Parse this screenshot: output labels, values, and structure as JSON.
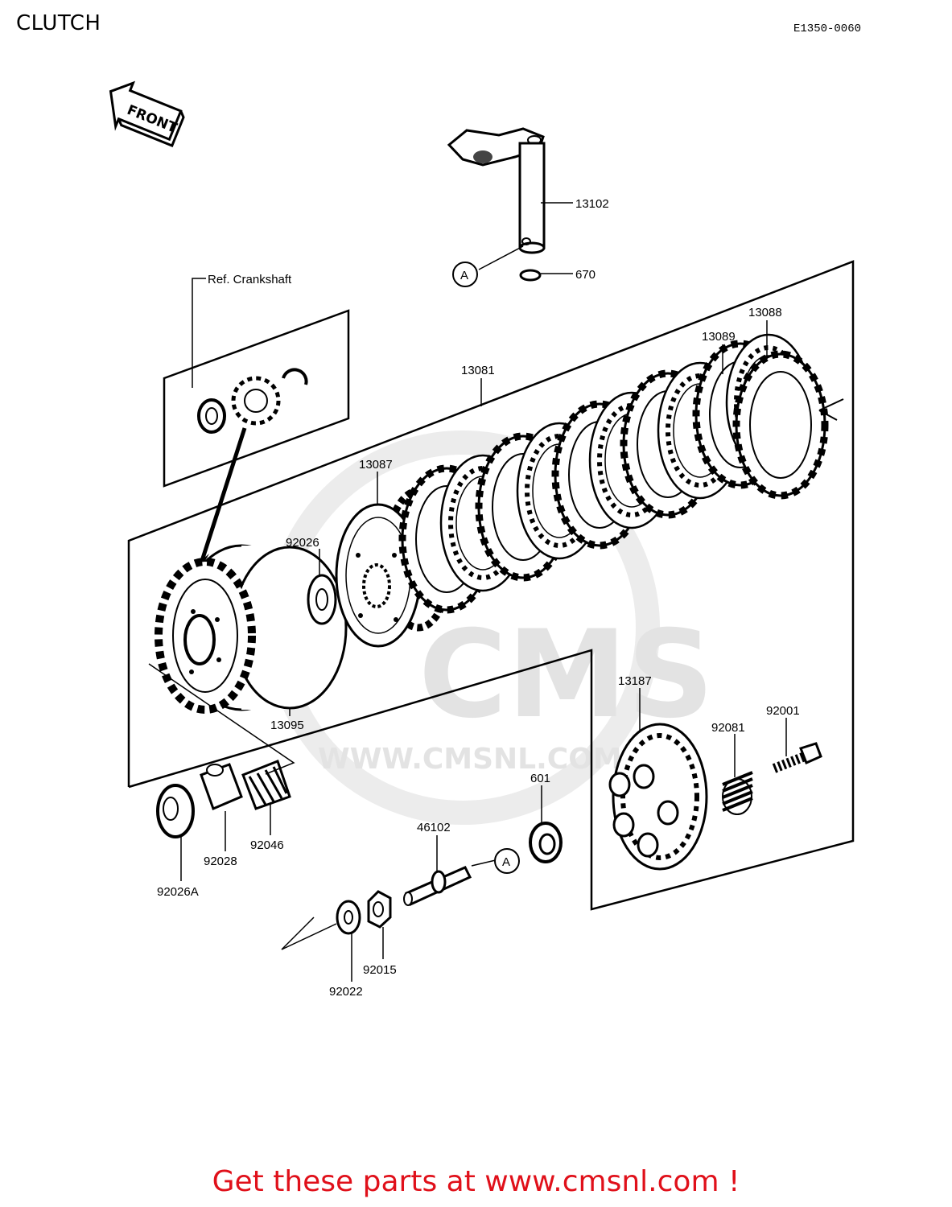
{
  "header": {
    "title": "CLUTCH",
    "code": "E1350-0060"
  },
  "footer": {
    "text": "Get these parts at www.cmsnl.com !"
  },
  "watermark": {
    "logo": "CMS",
    "url": "WWW.CMSNL.COM"
  },
  "front_marker": {
    "text": "FRONT"
  },
  "callouts": {
    "ref_crankshaft": "Ref. Crankshaft",
    "p13102": "13102",
    "p670": "670",
    "ref_a_top": "A",
    "ref_a_bottom": "A",
    "p13088": "13088",
    "p13089": "13089",
    "p13081": "13081",
    "p13087": "13087",
    "p92026": "92026",
    "p13095": "13095",
    "p13187": "13187",
    "p92001": "92001",
    "p92081": "92081",
    "p601": "601",
    "p46102": "46102",
    "p92046": "92046",
    "p92028": "92028",
    "p92026A": "92026A",
    "p92015": "92015",
    "p92022": "92022"
  },
  "colors": {
    "footer": "#e0101a",
    "watermark": "#e3e3e3",
    "line": "#000000"
  }
}
